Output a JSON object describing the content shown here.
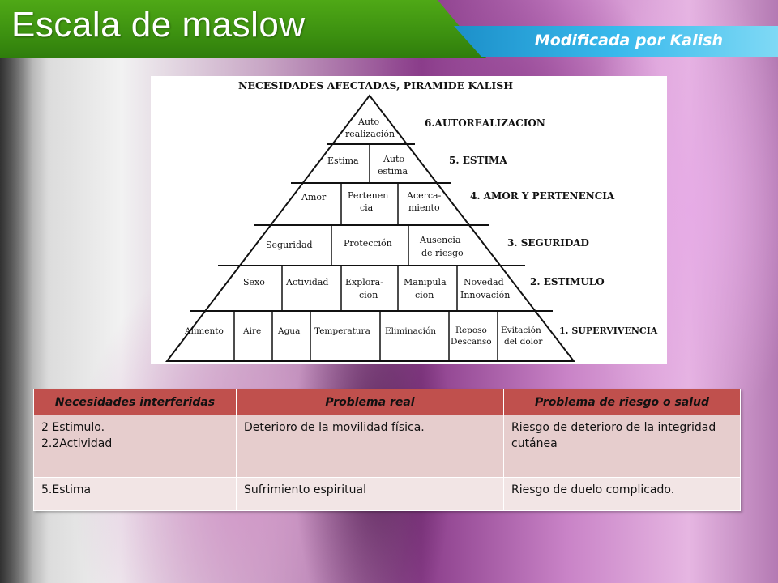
{
  "header": {
    "title": "Escala de maslow",
    "subtitle": "Modificada por Kalish"
  },
  "pyramid": {
    "heading": "NECESIDADES AFECTADAS, PIRAMIDE KALISH",
    "levels": [
      {
        "label": "6.AUTOREALIZACION",
        "cells": [
          "Auto",
          "realización"
        ]
      },
      {
        "label": "5. ESTIMA",
        "cells": [
          "Estima",
          "Auto",
          "estima"
        ]
      },
      {
        "label": "4. AMOR Y PERTENENCIA",
        "cells": [
          "Amor",
          "Pertenen",
          "cia",
          "Acerca-",
          "miento"
        ]
      },
      {
        "label": "3. SEGURIDAD",
        "cells": [
          "Seguridad",
          "Protección",
          "Ausencia",
          "de riesgo"
        ]
      },
      {
        "label": "2. ESTIMULO",
        "cells": [
          "Sexo",
          "Actividad",
          "Explora-",
          "cion",
          "Manipula",
          "cion",
          "Novedad",
          "Innovación"
        ]
      },
      {
        "label": "1. SUPERVIVENCIA",
        "cells": [
          "Alimento",
          "Aire",
          "Agua",
          "Temperatura",
          "Eliminación",
          "Reposo",
          "Descanso",
          "Evitación",
          "del dolor"
        ]
      }
    ]
  },
  "table": {
    "headers": [
      "Necesidades interferidas",
      "Problema real",
      "Problema de riesgo o salud"
    ],
    "rows": [
      {
        "need_line1": "2 Estimulo.",
        "need_line2": "2.2Actividad",
        "real": "Deterioro de la movilidad física.",
        "risk": "Riesgo de deterioro de la integridad cutánea"
      },
      {
        "need_line1": "5.Estima",
        "need_line2": "",
        "real": "Sufrimiento espiritual",
        "risk": "Riesgo de duelo complicado."
      }
    ]
  },
  "colors": {
    "header_green": "#3c9010",
    "header_cyan": "#38b9ec",
    "table_header": "#c0504d",
    "row_dark": "#e6cdcd",
    "row_light": "#f2e5e5"
  }
}
